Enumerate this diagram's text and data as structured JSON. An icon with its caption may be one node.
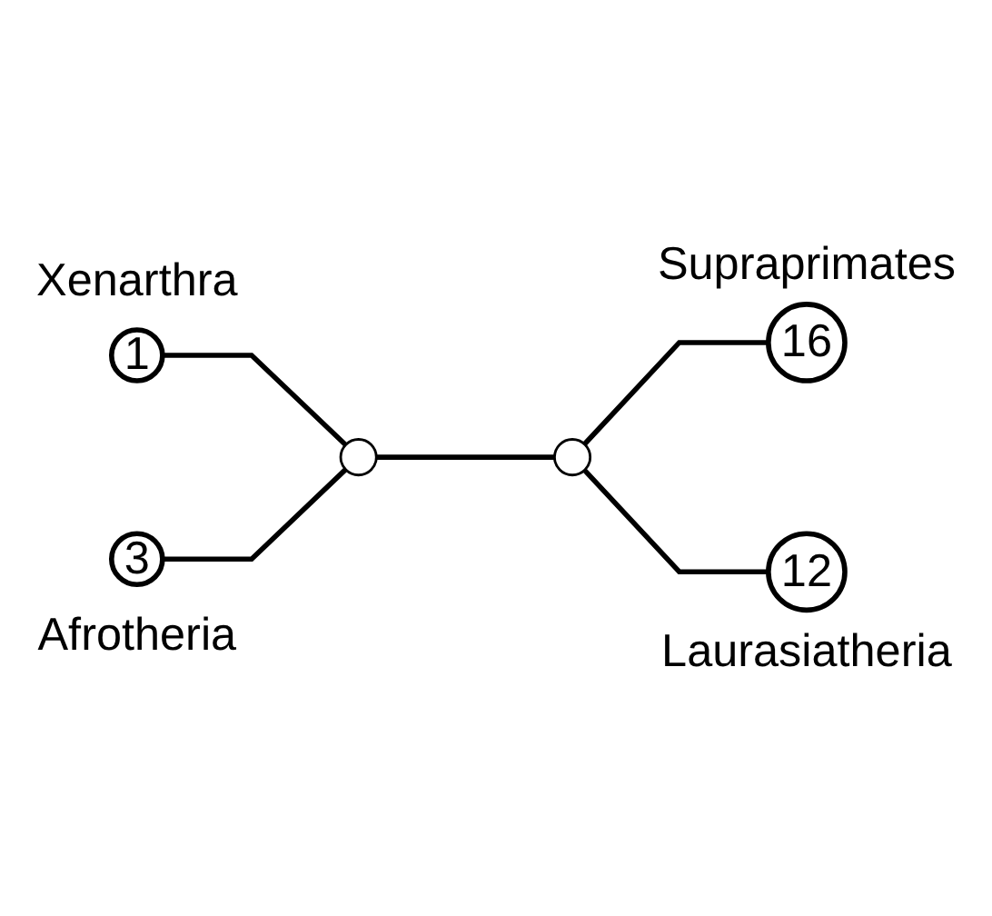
{
  "diagram": {
    "nodes": [
      {
        "text": [
          "1"
        ],
        "beside": [
          "Xenarthra"
        ]
      },
      {
        "text": [
          "3"
        ],
        "beside": [
          "Afrotheria"
        ]
      },
      {
        "text": [
          "16"
        ],
        "beside": [
          "Supraprimates"
        ]
      },
      {
        "text": [
          "12"
        ],
        "beside": [
          "Laurasiatheria"
        ]
      },
      {
        "text": [],
        "shape": "point"
      },
      {
        "text": [],
        "shape": "point"
      }
    ],
    "edges": [
      {
        "from": 0,
        "to": 4,
        "arrow": "none"
      },
      {
        "from": 1,
        "to": 4,
        "arrow": "none"
      },
      {
        "from": 4,
        "to": 5,
        "arrow": "none"
      },
      {
        "from": 5,
        "to": 2,
        "arrow": "none"
      },
      {
        "from": 5,
        "to": 3,
        "arrow": "none"
      }
    ]
  }
}
